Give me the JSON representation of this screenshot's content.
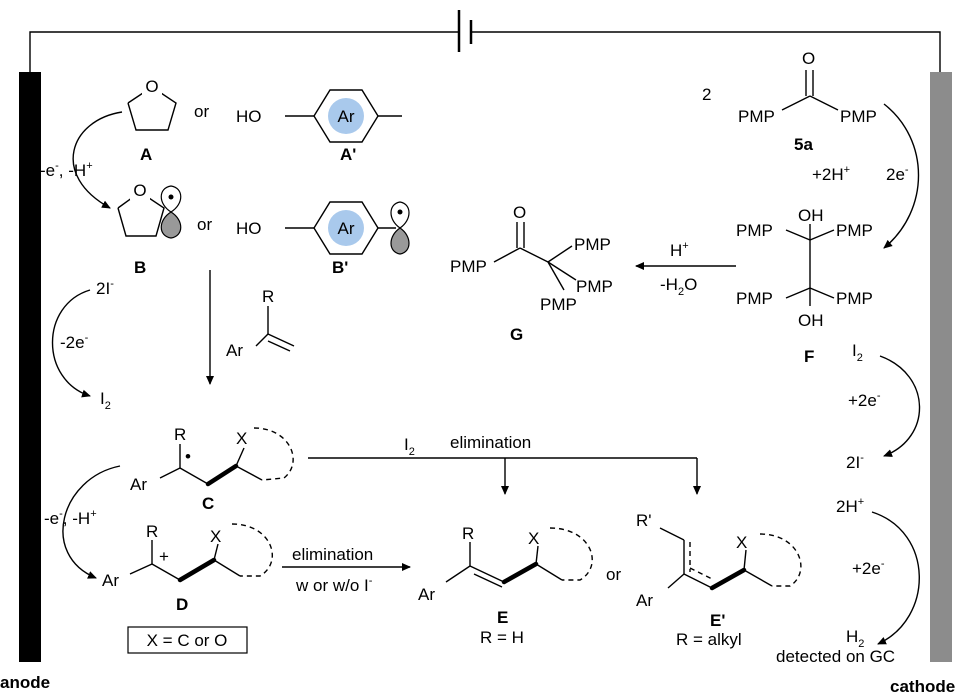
{
  "electrodes": {
    "anode": "anode",
    "cathode": "cathode"
  },
  "colors": {
    "anode": "#000000",
    "cathode": "#8c8c8c",
    "aromatic_ring": "#a9c9ec"
  },
  "labels": {
    "or": "or",
    "ar": "Ar",
    "ho": "HO",
    "o": "O",
    "r": "R",
    "r_prime": "R'",
    "x": "X",
    "pmp": "PMP",
    "oh": "OH",
    "two": "2",
    "h": "H",
    "plus": "+",
    "I": "I",
    "minus": "-",
    "e": "e",
    "sub2": "2",
    "dot": "•",
    "A": "A",
    "A_prime": "A'",
    "B": "B",
    "B_prime": "B'",
    "C": "C",
    "D": "D",
    "E": "E",
    "E_prime": "E'",
    "F": "F",
    "G": "G",
    "ketone": "5a"
  },
  "steps": {
    "oxidation": {
      "prefix": "-e",
      "mid": ", -H",
      "sup1": "-",
      "sup2": "+"
    },
    "iodide_pair": {
      "two": "2I",
      "sup": "-"
    },
    "minus_2e": {
      "text": "-2e",
      "sup": "-"
    },
    "iodine": {
      "text": "I",
      "sub": "2"
    },
    "proton_2h": {
      "text": "+2H",
      "sup": "+"
    },
    "electrons_2": {
      "text": "2e",
      "sup": "-"
    },
    "acid": {
      "text": "H",
      "sup": "+"
    },
    "dehydration": {
      "text": "-H",
      "sub": "2",
      "tail": "O"
    },
    "plus_2e": {
      "text": "+2e",
      "sup": "-"
    },
    "two_h_plus": {
      "text": "2H",
      "sup": "+"
    },
    "hydrogen": {
      "text": "H",
      "sub": "2"
    },
    "detected": "detected on GC",
    "elimination": "elimination",
    "w_or_wo": {
      "text": "w or w/o I",
      "sup": "-"
    },
    "x_def": "X = C or O",
    "r_h": "R = H",
    "r_alkyl": "R = alkyl"
  }
}
